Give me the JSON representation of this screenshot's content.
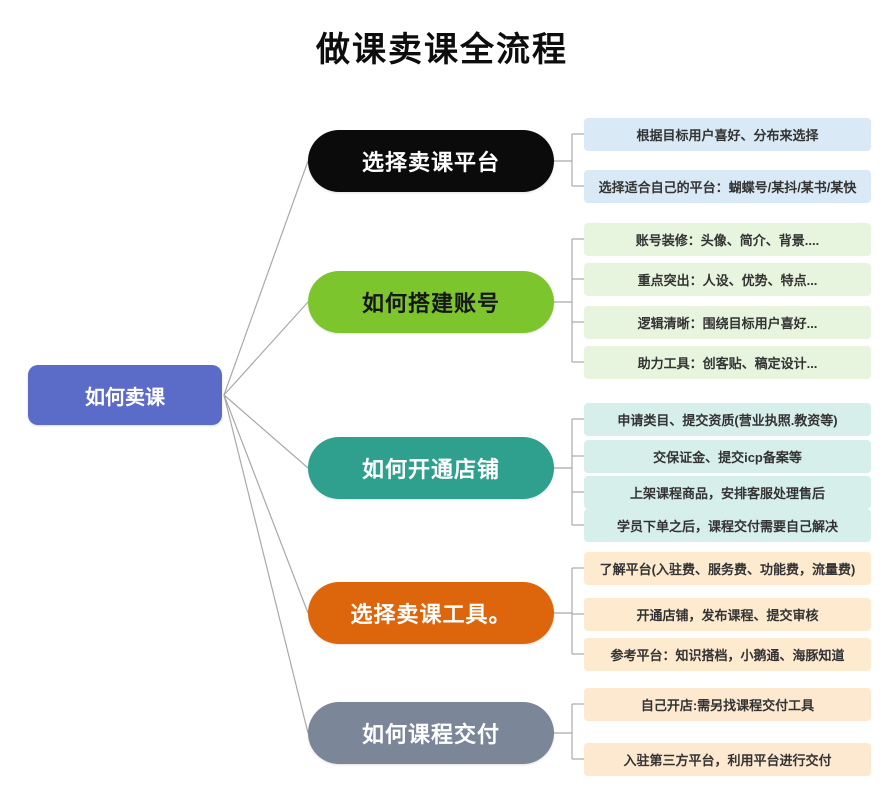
{
  "title": "做课卖课全流程",
  "root": {
    "label": "如何卖课",
    "color": "#5b6bc8"
  },
  "branches": [
    {
      "label": "选择卖课平台",
      "pill_color": "#0b0b0b",
      "text_color": "#ffffff",
      "leaf_bg": "#d9eaf6",
      "leaves": [
        "根据目标用户喜好、分布来选择",
        "选择适合自己的平台：蝴蝶号/某抖/某书/某快"
      ]
    },
    {
      "label": "如何搭建账号",
      "pill_color": "#7dc52d",
      "text_color": "#161616",
      "leaf_bg": "#e7f4de",
      "leaves": [
        "账号装修：头像、简介、背景....",
        "重点突出：人设、优势、特点...",
        "逻辑清晰：围绕目标用户喜好...",
        "助力工具：创客贴、稿定设计..."
      ]
    },
    {
      "label": "如何开通店铺",
      "pill_color": "#2fa08e",
      "text_color": "#ffffff",
      "leaf_bg": "#d6efea",
      "leaves": [
        "申请类目、提交资质(营业执照.教资等)",
        "交保证金、提交icp备案等",
        "上架课程商品，安排客服处理售后",
        "学员下单之后，课程交付需要自己解决"
      ]
    },
    {
      "label": "选择卖课工具。",
      "pill_color": "#dd660d",
      "text_color": "#ffffff",
      "leaf_bg": "#fdeacf",
      "leaves": [
        "了解平台(入驻费、服务费、功能费，流量费)",
        "开通店铺，发布课程、提交审核",
        "参考平台：知识搭档，小鹅通、海豚知道"
      ]
    },
    {
      "label": "如何课程交付",
      "pill_color": "#7b8798",
      "text_color": "#ffffff",
      "leaf_bg": "#fde8d0",
      "leaves": [
        "自己开店:需另找课程交付工具",
        "入驻第三方平台，利用平台进行交付"
      ]
    }
  ]
}
